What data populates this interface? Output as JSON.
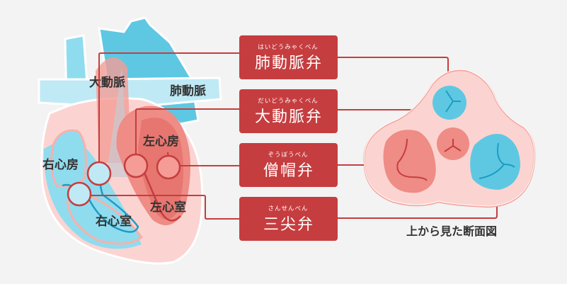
{
  "heart_labels": {
    "aorta": "大動脈",
    "pulmonary_artery": "肺動脈",
    "left_atrium": "左心房",
    "right_atrium": "右心房",
    "left_ventricle": "左心室",
    "right_ventricle": "右心室"
  },
  "valves": [
    {
      "ruby": "はいどうみゃくべん",
      "name": "肺動脈弁"
    },
    {
      "ruby": "だいどうみゃくべん",
      "name": "大動脈弁"
    },
    {
      "ruby": "ぞうぼうべん",
      "name": "僧帽弁"
    },
    {
      "ruby": "さんせんべん",
      "name": "三尖弁"
    }
  ],
  "cross_section_caption": "上から見た断面図",
  "colors": {
    "background": "#f2f3f2",
    "label_box": "#c63d3f",
    "blue": "#5ec8e3",
    "light_blue": "#8fdcef",
    "pink": "#f8c9c6",
    "salmon": "#ee8c85"
  }
}
